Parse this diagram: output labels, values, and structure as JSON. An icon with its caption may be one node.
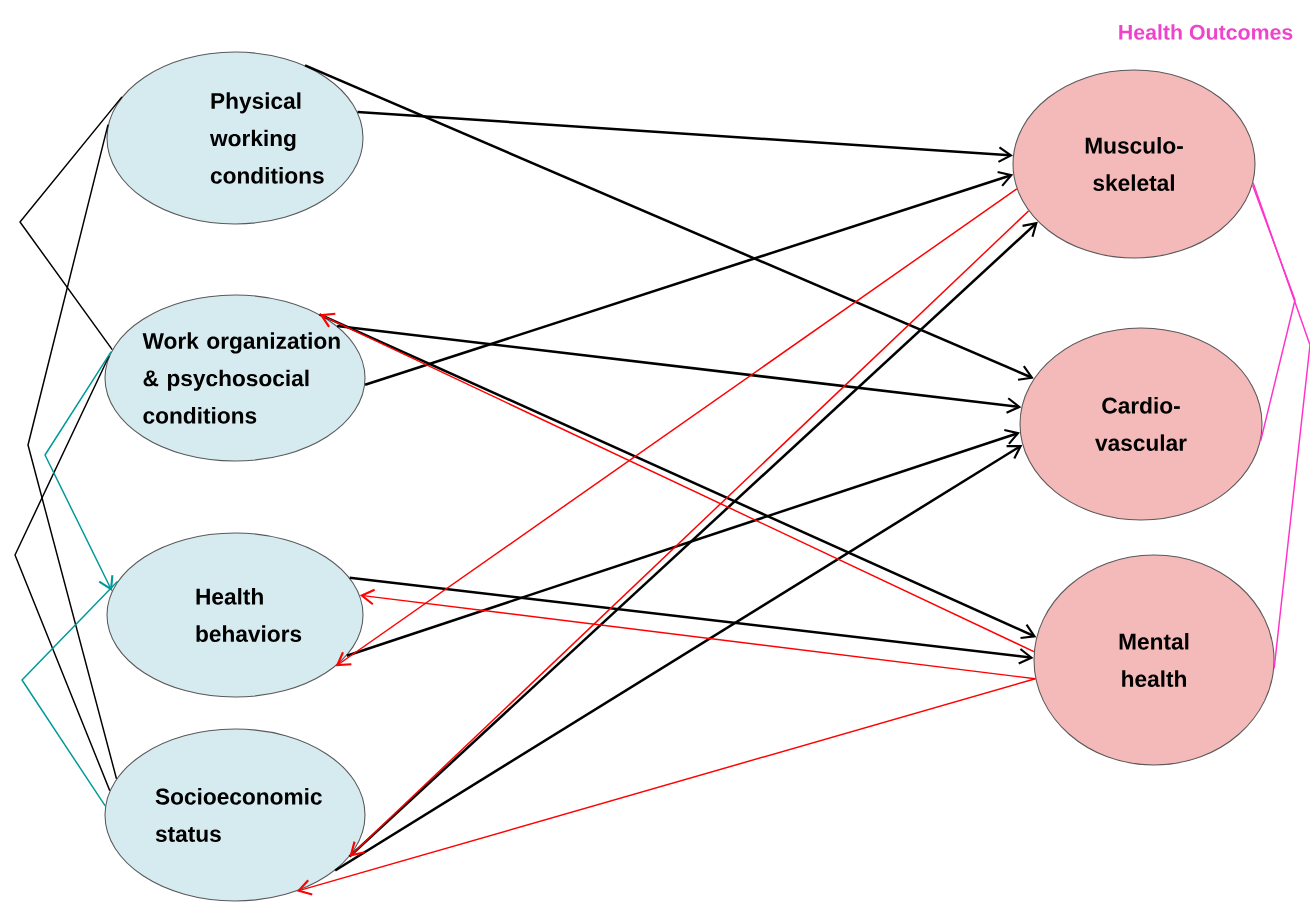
{
  "diagram": {
    "nodes": [
      {
        "text": [
          "Physical working conditions"
        ]
      },
      {
        "text": [
          "Work organization & psychosocial conditions"
        ]
      },
      {
        "text": [
          "Health behaviors"
        ]
      },
      {
        "text": [
          "Socioeconomic status"
        ]
      },
      {
        "text": [
          "Musculo- skeletal"
        ]
      },
      {
        "text": [
          "Cardio- vascular"
        ]
      },
      {
        "text": [
          "Mental health"
        ]
      }
    ],
    "edges": [
      {
        "from": 0,
        "to": 4,
        "arrow": "to"
      },
      {
        "from": 0,
        "to": 5,
        "arrow": "to"
      },
      {
        "from": 1,
        "to": 4,
        "arrow": "to"
      },
      {
        "from": 1,
        "to": 5,
        "arrow": "to"
      },
      {
        "from": 1,
        "to": 6,
        "arrow": "to"
      },
      {
        "from": 2,
        "to": 5,
        "arrow": "to"
      },
      {
        "from": 2,
        "to": 6,
        "arrow": "to"
      },
      {
        "from": 3,
        "to": 4,
        "arrow": "to"
      },
      {
        "from": 3,
        "to": 5,
        "arrow": "to"
      },
      {
        "from": 4,
        "to": 2,
        "arrow": "to",
        "color": "#ff0000"
      },
      {
        "from": 4,
        "to": 3,
        "arrow": "to",
        "color": "#ff0000"
      },
      {
        "from": 6,
        "to": 1,
        "arrow": "to",
        "color": "#ff0000"
      },
      {
        "from": 6,
        "to": 2,
        "arrow": "to",
        "color": "#ff0000"
      },
      {
        "from": 6,
        "to": 3,
        "arrow": "to",
        "color": "#ff0000"
      },
      {
        "from": 0,
        "to": 1,
        "arrow": "none"
      },
      {
        "from": 0,
        "to": 3,
        "arrow": "none"
      },
      {
        "from": 1,
        "to": 3,
        "arrow": "none"
      },
      {
        "from": 1,
        "to": 2,
        "arrow": "to",
        "color": "#009999"
      },
      {
        "from": 2,
        "to": 3,
        "arrow": "none",
        "color": "#009999"
      },
      {
        "from": 4,
        "to": 5,
        "arrow": "none",
        "color": "#ff33cc"
      },
      {
        "from": 4,
        "to": 6,
        "arrow": "none",
        "color": "#ff33cc"
      }
    ],
    "labels": [
      "Health Outcomes"
    ]
  }
}
